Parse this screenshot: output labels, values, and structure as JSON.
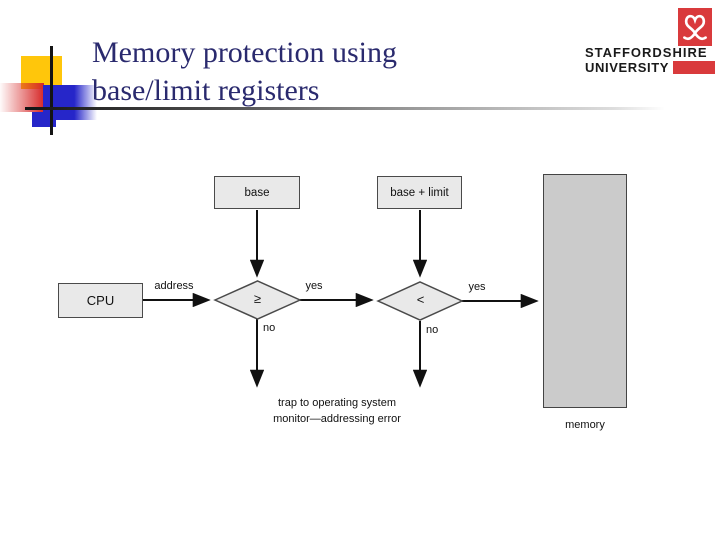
{
  "slide": {
    "title": {
      "line1": "Memory protection using",
      "line2": "base/limit registers"
    }
  },
  "logo": {
    "name_line1": "STAFFORDSHIRE",
    "name_line2": "UNIVERSITY",
    "knot_icon": "stafford-knot-icon"
  },
  "diagram": {
    "boxes": {
      "cpu": "CPU",
      "base": "base",
      "base_limit": "base + limit",
      "memory": "memory"
    },
    "decisions": {
      "d1": "≥",
      "d2": "<"
    },
    "labels": {
      "address": "address",
      "yes1": "yes",
      "yes2": "yes",
      "no1": "no",
      "no2": "no"
    },
    "trap": {
      "line1": "trap to operating system",
      "line2": "monitor—addressing error"
    }
  },
  "colors": {
    "title_navy": "#2a2a6e",
    "logo_red": "#d93a3c",
    "decor_yellow": "#ffc60b",
    "decor_blue": "#2626c9",
    "decor_red": "#d62828",
    "box_fill": "#e9e9e9",
    "memory_fill": "#cbcbcb",
    "line": "#111111"
  }
}
